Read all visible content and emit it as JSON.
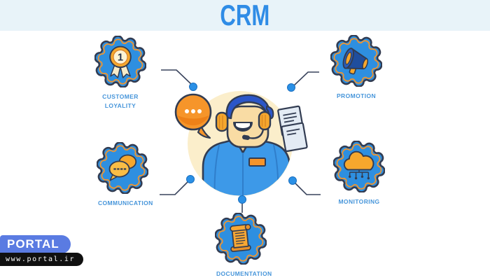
{
  "title": "CRM",
  "nodes": [
    {
      "id": "customer-loyalty",
      "label": "CUSTOMER LOYALITY",
      "icon": "medal-ribbon-icon",
      "badge_text": "1"
    },
    {
      "id": "promotion",
      "label": "PROMOTION",
      "icon": "megaphone-icon"
    },
    {
      "id": "communication",
      "label": "COMMUNICATION",
      "icon": "chat-bubbles-icon"
    },
    {
      "id": "monitoring",
      "label": "MONITORING",
      "icon": "cloud-network-icon"
    },
    {
      "id": "documentation",
      "label": "DOCUMENTATION",
      "icon": "scroll-icon"
    }
  ],
  "center_figure": {
    "description": "Customer support agent with orange headset, speech bubble and documents"
  },
  "branding": {
    "logo": "PORTAL",
    "website": "www.portal.ir"
  },
  "colors": {
    "banner_bg": "#e8f3f9",
    "title_blue": "#2f8ce6",
    "gear_blue": "#2e8fe0",
    "outline_navy": "#323c52",
    "accent_orange": "#f6952a",
    "label_blue": "#4695da",
    "circle_cream": "#fbeecb",
    "logo_badge_blue": "#5a7be2",
    "site_badge_black": "#101010"
  }
}
